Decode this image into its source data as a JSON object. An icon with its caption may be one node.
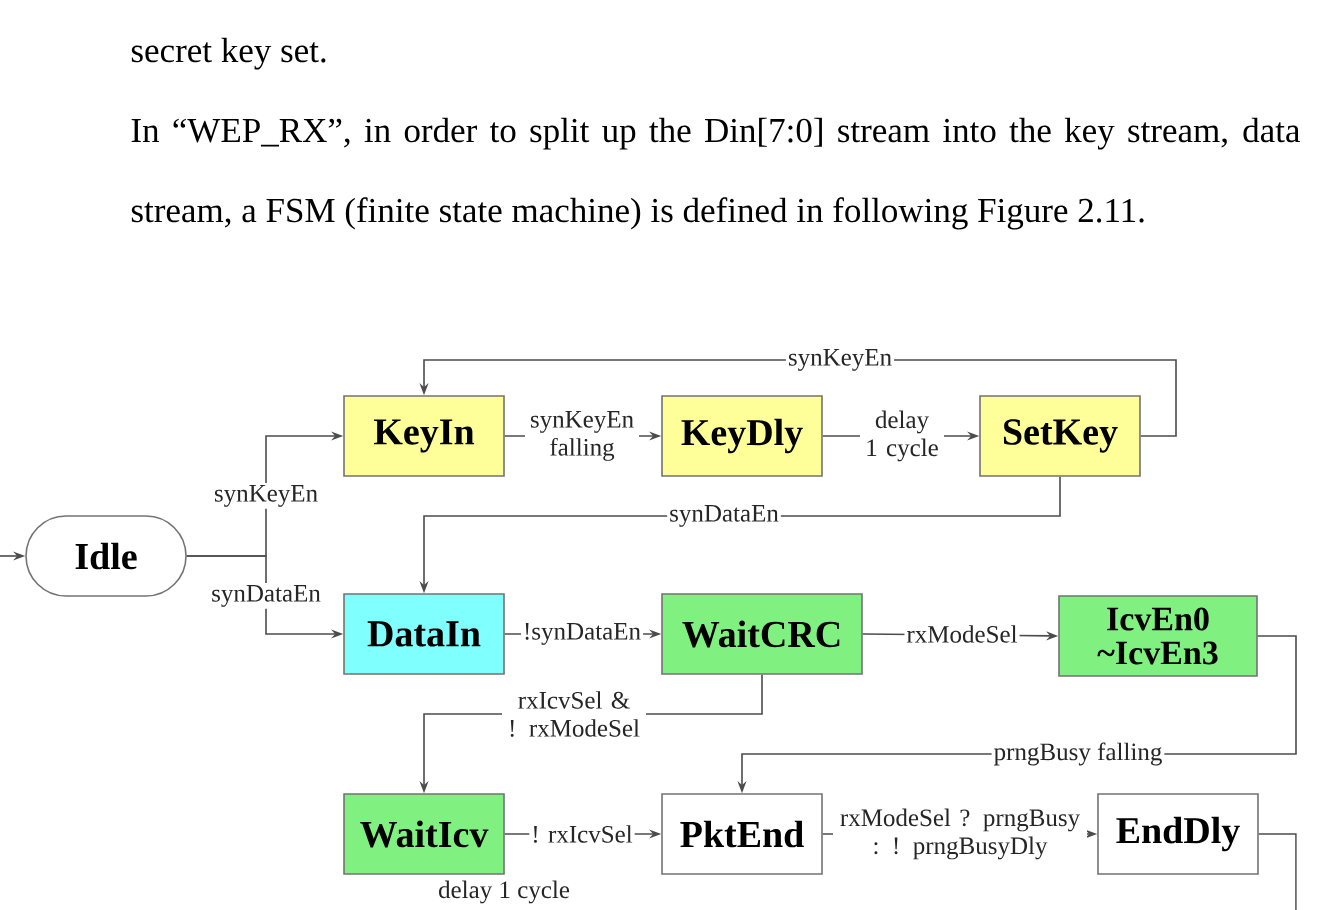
{
  "diagram": {
    "nodes": [
      {
        "text": [
          "Idle"
        ]
      },
      {
        "text": [
          "KeyIn"
        ]
      },
      {
        "text": [
          "KeyDly"
        ]
      },
      {
        "text": [
          "SetKey"
        ]
      },
      {
        "text": [
          "DataIn"
        ]
      },
      {
        "text": [
          "WaitCRC"
        ]
      },
      {
        "text": [
          "IcvEn0 ~IcvEn3"
        ]
      },
      {
        "text": [
          "WaitIcv"
        ]
      },
      {
        "text": [
          "PktEnd"
        ]
      },
      {
        "text": [
          "EndDly"
        ]
      }
    ],
    "edges": [
      {
        "from": null,
        "to": 0,
        "arrow": "to"
      },
      {
        "from": 0,
        "to": 1,
        "arrow": "to",
        "label": "synKeyEn"
      },
      {
        "from": 0,
        "to": 4,
        "arrow": "to",
        "label": "synDataEn"
      },
      {
        "from": 1,
        "to": 2,
        "arrow": "to",
        "label": "synKeyEn falling"
      },
      {
        "from": 2,
        "to": 3,
        "arrow": "to",
        "label": "delay 1 cycle"
      },
      {
        "from": 3,
        "to": 1,
        "arrow": "to",
        "label": "synKeyEn"
      },
      {
        "from": 3,
        "to": 4,
        "arrow": "to",
        "label": "synDataEn"
      },
      {
        "from": 4,
        "to": 5,
        "arrow": "to",
        "label": "!synDataEn"
      },
      {
        "from": 5,
        "to": 6,
        "arrow": "to",
        "label": "rxModeSel"
      },
      {
        "from": 5,
        "to": 7,
        "arrow": "to",
        "label": "rxIcvSel & ! rxModeSel"
      },
      {
        "from": 6,
        "to": 8,
        "arrow": "to",
        "label": "prngBusy falling"
      },
      {
        "from": 7,
        "to": 8,
        "arrow": "to",
        "label": "! rxIcvSel"
      },
      {
        "from": 8,
        "to": 9,
        "arrow": "to",
        "label": "rxModeSel ? prngBusy : ! prngBusyDly"
      },
      {
        "from": 9,
        "to": null,
        "arrow": "none"
      }
    ],
    "labels": [
      "secret key set.",
      "In “WEP_RX”, in order to split up the Din[7:0] stream into the key stream, data stream, a FSM (finite state machine) is defined in following Figure 2.11.",
      "delay 1 cycle"
    ]
  }
}
